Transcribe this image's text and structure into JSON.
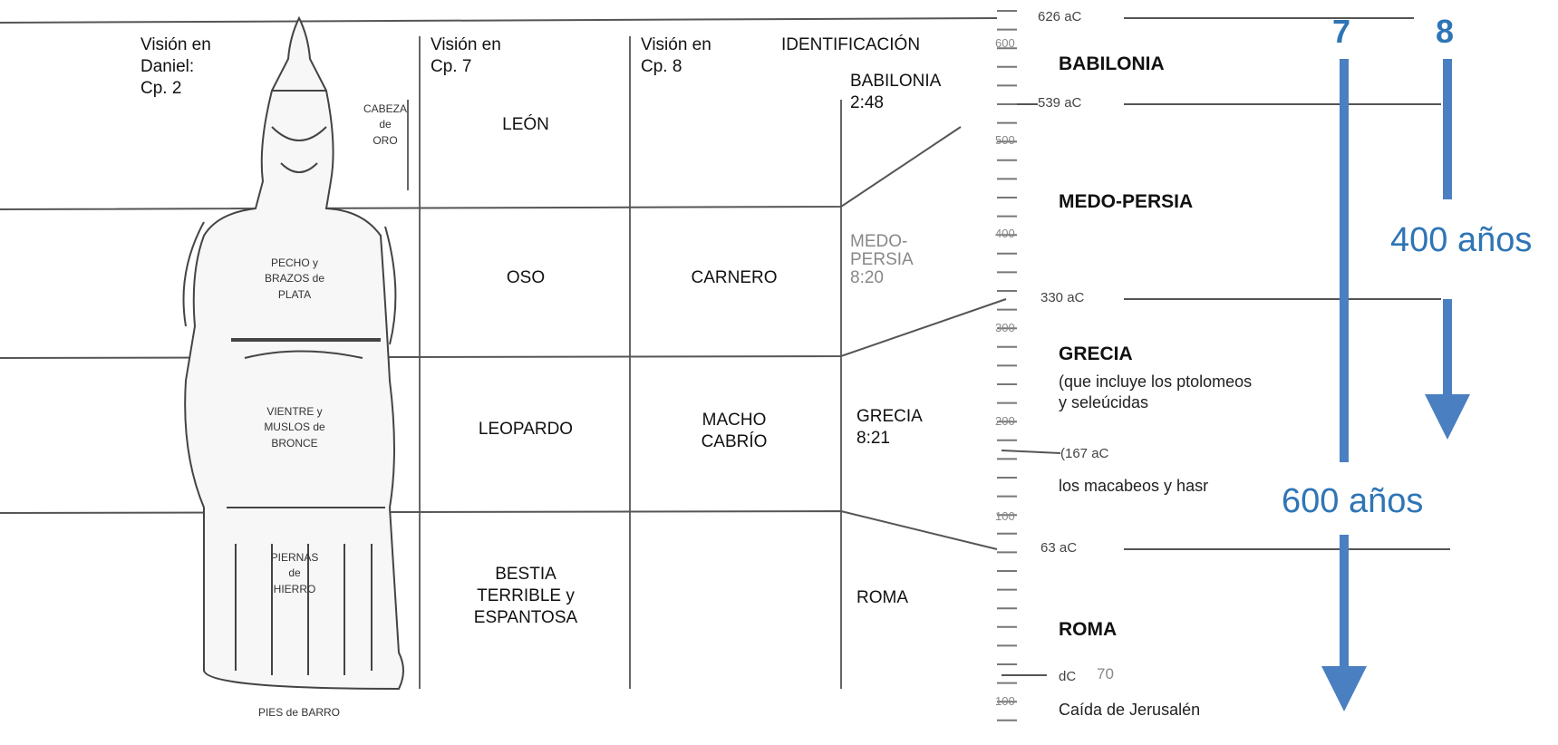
{
  "headers": {
    "daniel": "Visión en\nDaniel:\nCp. 2",
    "cp7": "Visión en\nCp. 7",
    "cp8": "Visión en\nCp. 8",
    "ident": "IDENTIFICACIÓN"
  },
  "statue_labels": {
    "head": "CABEZA\nde\nORO",
    "chest": "PECHO y\nBRAZOS de\nPLATA",
    "belly": "VIENTRE y\nMUSLOS de\nBRONCE",
    "legs": "PIERNAS\nde\nHIERRO",
    "feet": "PIES de BARRO"
  },
  "cp7": [
    "LEÓN",
    "OSO",
    "LEOPARDO",
    "BESTIA\nTERRIBLE y\nESPANTOSA"
  ],
  "cp8": [
    "CARNERO",
    "MACHO\nCABRÍO"
  ],
  "identification": {
    "babilonia": "BABILONIA\n2:48",
    "medopersia": "MEDO-\nPERSIA\n8:20",
    "grecia": "GRECIA\n8:21",
    "roma": "ROMA"
  },
  "timeline": {
    "scale_labels": [
      "600",
      "500",
      "400",
      "300",
      "200",
      "100",
      "100"
    ],
    "dates": {
      "d626": "626  aC",
      "d539": "539  aC",
      "d330": "330  aC",
      "d167": "(167  aC",
      "d63": "63  aC",
      "d70_prefix": "dC",
      "d70_num": "70"
    },
    "empires": {
      "babilonia": "BABILONIA",
      "medopersia": "MEDO-PERSIA",
      "grecia": "GRECIA",
      "roma": "ROMA"
    },
    "notes": {
      "grecia": "(que incluye los ptolomeos\ny seleúcidas",
      "macabeos": "los macabeos y hasr",
      "caida": "Caída de Jerusalén"
    }
  },
  "arrows": {
    "label7": "7",
    "label8": "8",
    "span400": "400 años",
    "span600": "600 años"
  },
  "colors": {
    "arrow": "#4a7fc1",
    "text_blue": "#2e75b6"
  }
}
